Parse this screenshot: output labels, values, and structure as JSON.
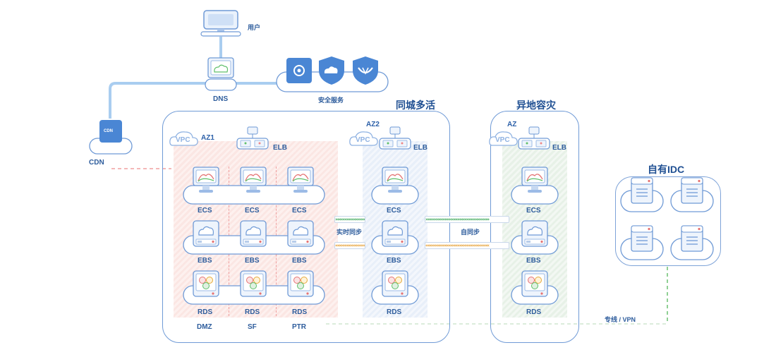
{
  "labels": {
    "user": "用户",
    "dns": "DNS",
    "security": "安全服务",
    "cdn_box": "CDN",
    "cdn": "CDN",
    "same_city": "同城多活",
    "remote_dr": "异地容灾",
    "own_idc": "自有IDC",
    "az1": "AZ1",
    "az2": "AZ2",
    "az3": "AZ",
    "vpc": "VPC",
    "elb": "ELB",
    "ecs": "ECS",
    "ebs": "EBS",
    "rds": "RDS",
    "dmz": "DMZ",
    "sf": "SF",
    "ptr": "PTR",
    "realtime_sync": "实时同步",
    "auto_sync": "自同步",
    "dedicated_line": "专线 / VPN",
    "arrows_right": "»»»»»»»»»»»»»»»»»»»»»»»»»»»»",
    "arrows_left": "««««««««««««««««««««««««««««"
  },
  "colors": {
    "accent": "#4a86d4",
    "outline": "#6f9ad6",
    "az1_zone": "#fbe9e7",
    "az2_zone": "#eef3fa",
    "az3_zone": "#eef6ee",
    "sync_green": "#3aa655",
    "sync_orange": "#e59b2a",
    "line_green": "#6cc070",
    "line_pink": "#f0a0a0"
  }
}
